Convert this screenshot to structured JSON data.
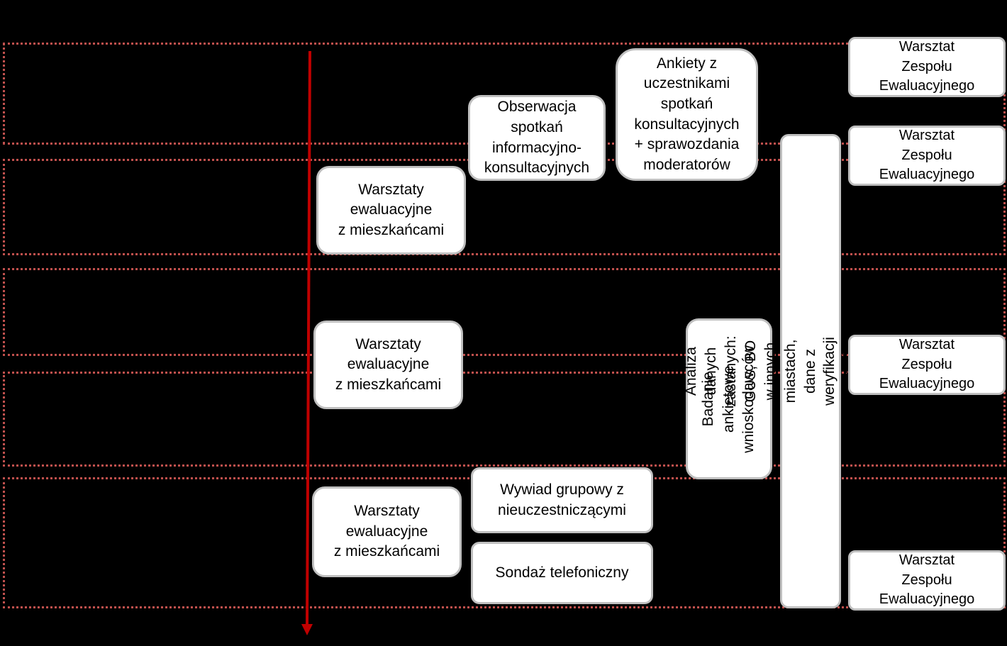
{
  "colors": {
    "background": "#000000",
    "accent": "#c00000",
    "band_border": "#c0504d",
    "box_border": "#bfbfbf"
  },
  "boxes": {
    "obserwacja": "Obserwacja\nspotkań\ninformacyjno-\nkonsultacyjnych",
    "ankiety": "Ankiety z\nuczestnikami\nspotkań\nkonsultacyjnych\n+ sprawozdania\nmoderatorów",
    "warsztaty_1": "Warsztaty\newaluacyjne\nz mieszkańcami",
    "warsztaty_2": "Warsztaty\newaluacyjne\nz mieszkańcami",
    "warsztaty_3": "Warsztaty\newaluacyjne\nz mieszkańcami",
    "badanie": "Badanie\nankietowe\nwnioskodawców",
    "analiza": "Analiza danych zastanych: GUS, BO w innych miastach, dane z\nweryfikacji wniosków, złożone projekty, dane z głosowania",
    "wywiad": "Wywiad grupowy z\nnieuczestniczącymi",
    "sondaz": "Sondaż telefoniczny",
    "zespol_1": "Warsztat\nZespołu\nEwaluacyjnego",
    "zespol_2": "Warsztat\nZespołu\nEwaluacyjnego",
    "zespol_3": "Warsztat\nZespołu\nEwaluacyjnego",
    "zespol_4": "Warsztat\nZespołu\nEwaluacyjnego"
  }
}
